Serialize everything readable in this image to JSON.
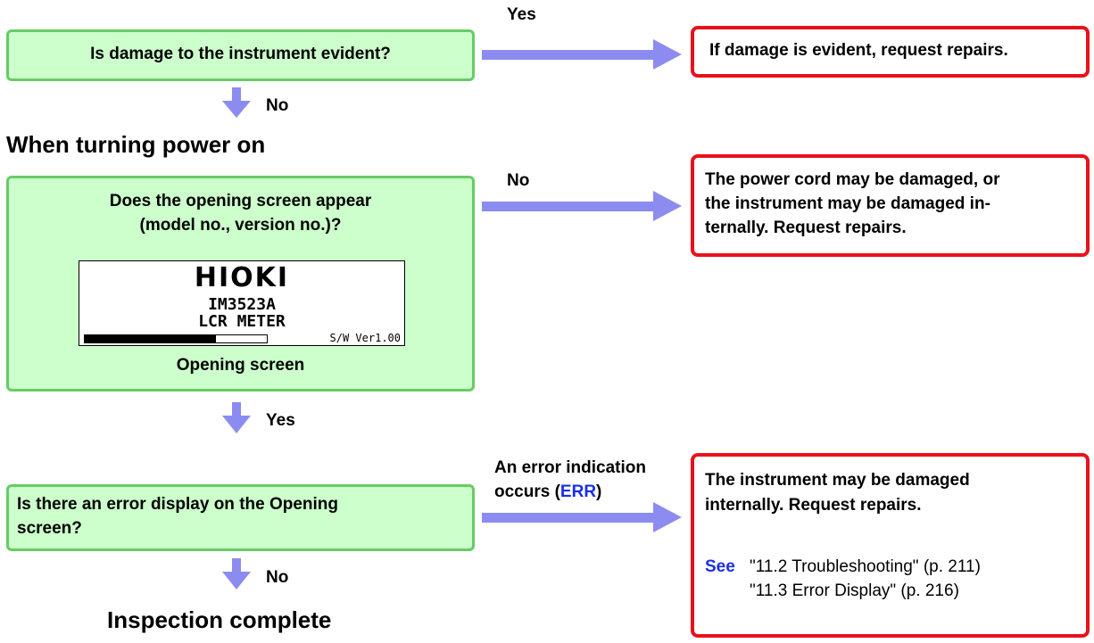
{
  "colors": {
    "box_fill": "#ccffcc",
    "box_border": "#66cc66",
    "result_border": "#e8121c",
    "arrow": "#8c8cf0",
    "link": "#1a2ee6"
  },
  "step1": {
    "question": "Is damage to the instrument evident?",
    "yes_label": "Yes",
    "result": "If damage is evident, request repairs.",
    "no_label": "No"
  },
  "section_heading": "When turning power on",
  "step2": {
    "question_line1": "Does the opening screen appear",
    "question_line2": "(model no., version no.)?",
    "no_label": "No",
    "result_line1": "The power cord may be damaged, or",
    "result_line2": "the instrument may be damaged in-",
    "result_line3": "ternally. Request repairs.",
    "screen": {
      "brand": "HIOKI",
      "model": "IM3523A",
      "product": "LCR METER",
      "version": "S/W Ver1.00",
      "progress": 0.72
    },
    "screen_caption": "Opening screen",
    "yes_label": "Yes"
  },
  "step3": {
    "question_line1": "Is there an error display on the Opening",
    "question_line2": "screen?",
    "label_line1": "An error indication",
    "label_line2_prefix": "occurs (",
    "label_err": "ERR",
    "label_line2_suffix": ")",
    "result_line1": "The instrument may be damaged",
    "result_line2": "internally. Request repairs.",
    "see_label": "See",
    "ref1": "\"11.2  Troubleshooting\" (p. 211)",
    "ref2": "\"11.3  Error Display\" (p. 216)",
    "no_label": "No"
  },
  "final": "Inspection complete"
}
